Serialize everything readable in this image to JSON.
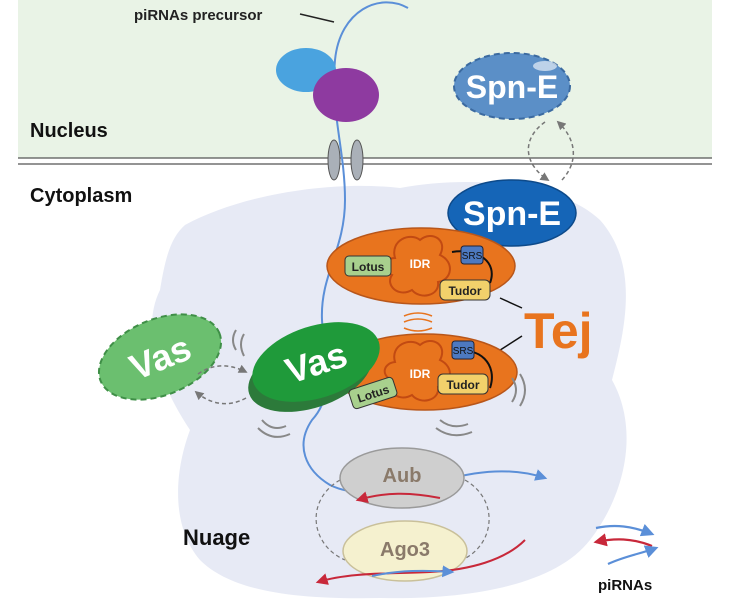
{
  "labels": {
    "precursor": "piRNAs precursor",
    "nucleus": "Nucleus",
    "cytoplasm": "Cytoplasm",
    "nuage": "Nuage",
    "pirnas": "piRNAs"
  },
  "proteins": {
    "spne_nuclear": "Spn-E",
    "spne_cyto": "Spn-E",
    "vas_free": "Vas",
    "vas_bound": "Vas",
    "tej": "Tej",
    "aub": "Aub",
    "ago3": "Ago3"
  },
  "domains": {
    "lotus_top": "Lotus",
    "idr_top": "IDR",
    "srs_top": "SRS",
    "tudor_top": "Tudor",
    "lotus_bottom": "Lotus",
    "idr_bottom": "IDR",
    "srs_bottom": "SRS",
    "tudor_bottom": "Tudor"
  },
  "colors": {
    "nucleus_bg": "#e9f3e6",
    "cytoplasm_blob": "#e7eaf5",
    "spne_blue": "#1565b7",
    "spne_light": "#5b8fc7",
    "vas_green": "#1f9a3a",
    "vas_light": "#6bbf6f",
    "tej_orange": "#e8741e",
    "aub_gray": "#cfcfcf",
    "ago3_cream": "#f5f1cf",
    "rna_blue": "#5b8fd8",
    "rna_red": "#c8283a",
    "lotus_green": "#a8d08d",
    "tudor_yellow": "#f2d16b",
    "srs_blue": "#4d79c0"
  }
}
